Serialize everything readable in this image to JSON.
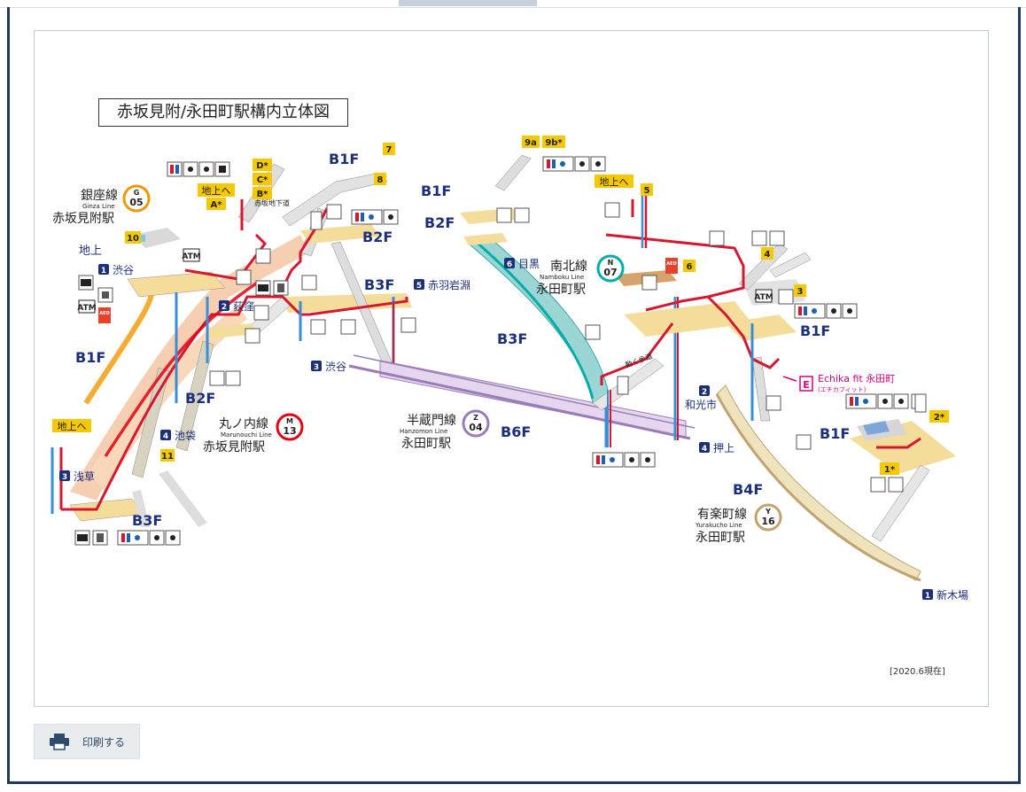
{
  "map": {
    "title": "赤坂見附/永田町駅構内立体図",
    "date_note": "[2020.6現在]",
    "lines": [
      {
        "jp": "銀座線",
        "en": "Ginza Line",
        "station": "赤坂見附駅",
        "letter": "G",
        "num": "05",
        "color": "#f39700"
      },
      {
        "jp": "丸ノ内線",
        "en": "Marunouchi Line",
        "station": "赤坂見附駅",
        "letter": "M",
        "num": "13",
        "color": "#e60012"
      },
      {
        "jp": "半蔵門線",
        "en": "Hanzomon Line",
        "station": "永田町駅",
        "letter": "Z",
        "num": "04",
        "color": "#9b7cb6"
      },
      {
        "jp": "南北線",
        "en": "Namboku Line",
        "station": "永田町駅",
        "letter": "N",
        "num": "07",
        "color": "#00ada9"
      },
      {
        "jp": "有楽町線",
        "en": "Yurakucho Line",
        "station": "永田町駅",
        "letter": "Y",
        "num": "16",
        "color": "#c1a470"
      }
    ],
    "floors": {
      "b1f": "B1F",
      "b2f": "B2F",
      "b3f": "B3F",
      "b4f": "B4F",
      "b6f": "B6F"
    },
    "exits": {
      "d": "D*",
      "c": "C*",
      "b": "B*",
      "a": "A*",
      "e7": "7",
      "e8": "8",
      "e10": "10",
      "e11": "11",
      "e9a": "9a",
      "e9b": "9b*",
      "e5": "5",
      "e4": "4",
      "e6": "6",
      "e3": "3",
      "e2": "2*",
      "e1": "1*"
    },
    "labels": {
      "chijohe1": "地上へ",
      "chijohe2": "地上へ",
      "chijohe3": "地上へ",
      "chijo": "地上",
      "akasaka_underpass": "赤坂地下道",
      "walkway": "動く歩道",
      "echika": "Echika fit 永田町",
      "echika_sub": "(エチカフィット)",
      "echika_letter": "E"
    },
    "directions": [
      {
        "num": "1",
        "text": "渋谷"
      },
      {
        "num": "2",
        "text": "荻窪"
      },
      {
        "num": "4",
        "text": "池袋"
      },
      {
        "num": "3",
        "text": "浅草"
      },
      {
        "num": "3",
        "text": "渋谷"
      },
      {
        "num": "4",
        "text": "押上"
      },
      {
        "num": "5",
        "text": "赤羽岩淵"
      },
      {
        "num": "6",
        "text": "目黒"
      },
      {
        "num": "2",
        "text": "和光市"
      },
      {
        "num": "1",
        "text": "新木場"
      }
    ],
    "icons": {
      "atm": "ATM",
      "aed": "AED"
    },
    "colors": {
      "frame": "#1d3a5c",
      "route": "#d7172f",
      "concourse": "#f4dc9b",
      "exit_badge": "#f6c800",
      "direction_badge": "#1c2f7a",
      "floor_text": "#1c2f7a",
      "echika": "#d3007f"
    }
  },
  "print": {
    "label": "印刷する"
  }
}
